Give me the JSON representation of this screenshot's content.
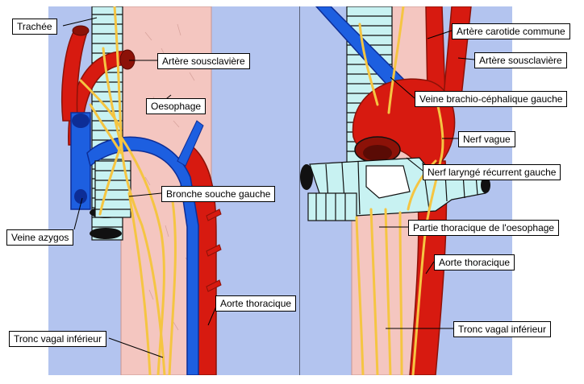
{
  "colors": {
    "background_panel": "#b3c4ef",
    "tissue_pink": "#f4c6c0",
    "artery_red": "#d71a10",
    "artery_dark": "#8c1208",
    "vein_blue": "#1d5fe0",
    "vein_dark": "#0d2d96",
    "trachea_cyan": "#c8f2f2",
    "nerve_yellow": "#f5c542",
    "label_bg": "#ffffff",
    "leader_line": "#000000"
  },
  "left_panel": {
    "labels": {
      "trachea": "Trachée",
      "subclavian_artery": "Artère sousclavière",
      "oesophagus": "Oesophage",
      "left_main_bronchus": "Bronche souche gauche",
      "azygos_vein": "Veine azygos",
      "thoracic_aorta": "Aorte thoracique",
      "inferior_vagal_trunk": "Tronc vagal inférieur"
    }
  },
  "right_panel": {
    "labels": {
      "common_carotid": "Artère carotide commune",
      "subclavian_artery": "Artère sousclavière",
      "left_brachiocephalic_vein": "Veine brachio-céphalique gauche",
      "vagus_nerve": "Nerf vague",
      "left_recurrent_laryngeal": "Nerf laryngé récurrent gauche",
      "thoracic_oesophagus": "Partie thoracique de l'oesophage",
      "thoracic_aorta": "Aorte thoracique",
      "inferior_vagal_trunk": "Tronc vagal inférieur"
    }
  }
}
